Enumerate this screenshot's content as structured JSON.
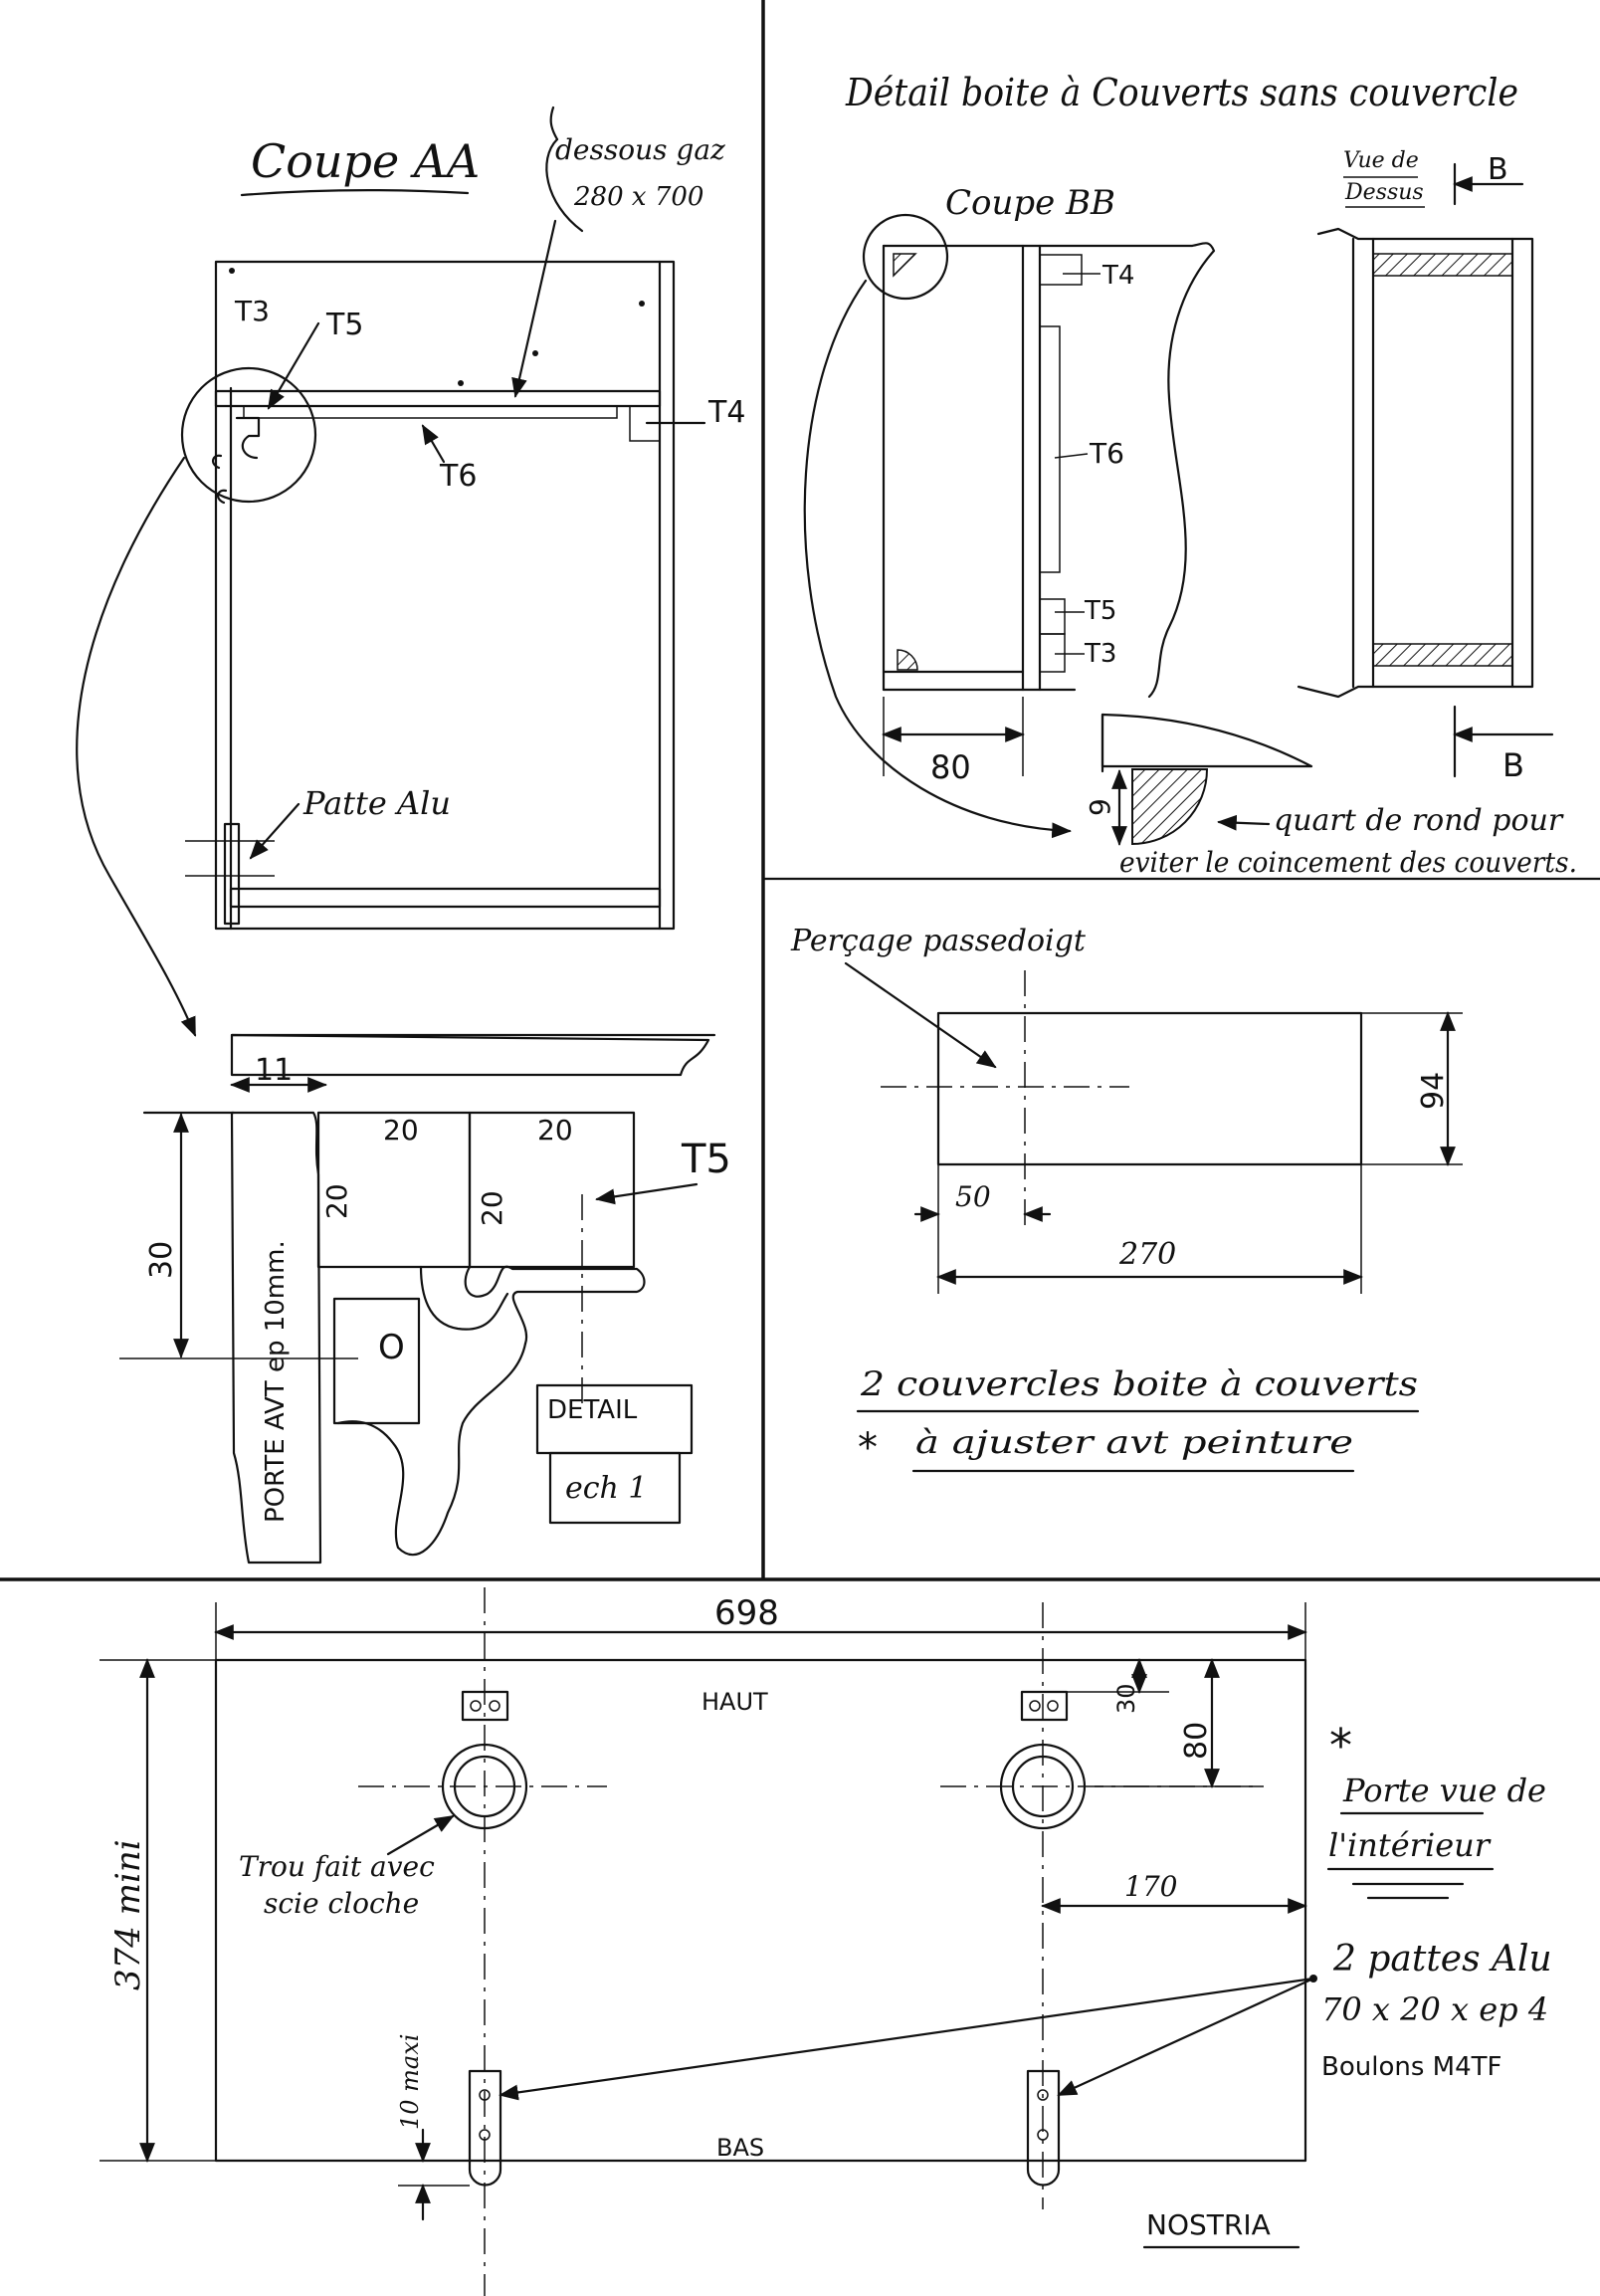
{
  "section_aa": {
    "title": "Coupe AA",
    "note_top_line1": "dessous gaz",
    "note_top_line2": "280 x 700",
    "label_t3": "T3",
    "label_t5": "T5",
    "label_t4": "T4",
    "label_t6": "T6",
    "label_patte": "Patte Alu"
  },
  "detail_hinge": {
    "dim_11": "11",
    "dim_20a": "20",
    "dim_20b": "20",
    "dim_20c": "20",
    "dim_20d": "20",
    "dim_30": "30",
    "label_t5": "T5",
    "hole_label": "O",
    "door_label": "PORTE AVT ep 10mm.",
    "box_detail": "DETAIL",
    "box_scale": "ech 1"
  },
  "detail_bb": {
    "title": "Détail boite à Couverts sans couvercle",
    "section_title": "Coupe BB",
    "top_view_line1": "Vue de",
    "top_view_line2": "Dessus",
    "label_b_top": "B",
    "label_b_bottom": "B",
    "label_t4": "T4",
    "label_t6": "T6",
    "label_t5": "T5",
    "label_t3": "T3",
    "dim_80": "80",
    "dim_9": "9",
    "note_line1": "quart de rond pour",
    "note_line2": "eviter le coincement des couverts."
  },
  "cover": {
    "label_hole": "Perçage passedoigt",
    "dim_94": "94",
    "dim_50": "50",
    "dim_270": "270",
    "note1": "2 couvercles boite à couverts",
    "note2_star": "*",
    "note2": "à ajuster avt peinture"
  },
  "door": {
    "dim_698": "698",
    "dim_height": "374 mini",
    "dim_30": "30",
    "dim_80": "80",
    "dim_170": "170",
    "dim_10": "10 maxi",
    "label_haut": "HAUT",
    "label_bas": "BAS",
    "label_hole_line1": "Trou fait avec",
    "label_hole_line2": "scie cloche",
    "star": "*",
    "view_line1": "Porte vue de",
    "view_line2": "l'intérieur",
    "pattes_line1": "2 pattes Alu",
    "pattes_line2": "70 x 20 x ep 4",
    "pattes_line3": "Boulons M4TF",
    "signature": "NOSTRIA"
  }
}
